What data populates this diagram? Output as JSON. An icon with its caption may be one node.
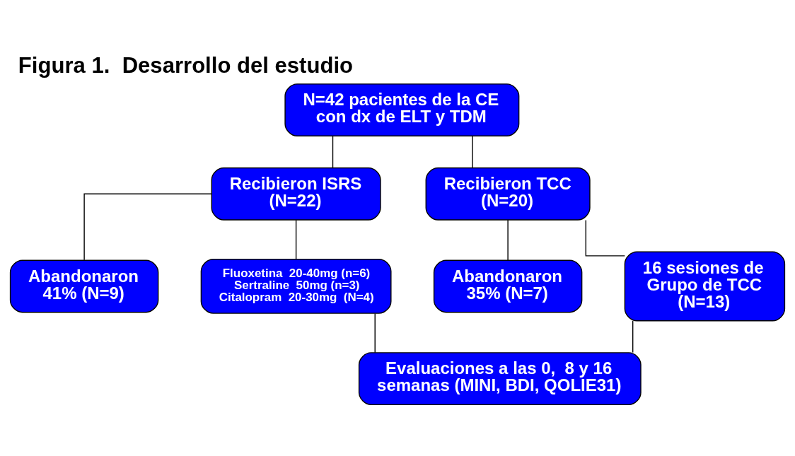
{
  "diagram": {
    "title": "Figura 1.  Desarrollo del estudio",
    "nodes": [
      {
        "text": [
          "N=42 pacientes de la CE con dx de ELT y TDM"
        ]
      },
      {
        "text": [
          "Recibieron ISRS (N=22)"
        ]
      },
      {
        "text": [
          "Recibieron TCC (N=20)"
        ]
      },
      {
        "text": [
          "Abandonaron 41% (N=9)"
        ]
      },
      {
        "text": [
          "Abandonaron 35% (N=7)"
        ]
      },
      {
        "text": [
          "Fluoxetina  20-40mg (n=6)",
          "Sertraline  50mg (n=3)",
          "Citalopram  20-30mg  (N=4)"
        ]
      },
      {
        "text": [
          "16 sesiones de Grupo de TCC (N=13)"
        ]
      },
      {
        "text": [
          "Evaluaciones a las 0,  8 y 16 semanas (MINI, BDI, QOLIE31)"
        ]
      }
    ],
    "edges": [
      {
        "from": 0,
        "to": 1,
        "arrow": "none"
      },
      {
        "from": 0,
        "to": 2,
        "arrow": "none"
      },
      {
        "from": 1,
        "to": 3,
        "arrow": "none"
      },
      {
        "from": 1,
        "to": 5,
        "arrow": "none"
      },
      {
        "from": 2,
        "to": 4,
        "arrow": "none"
      },
      {
        "from": 2,
        "to": 6,
        "arrow": "none"
      },
      {
        "from": 5,
        "to": 7,
        "arrow": "none"
      },
      {
        "from": 6,
        "to": 7,
        "arrow": "none"
      }
    ]
  }
}
